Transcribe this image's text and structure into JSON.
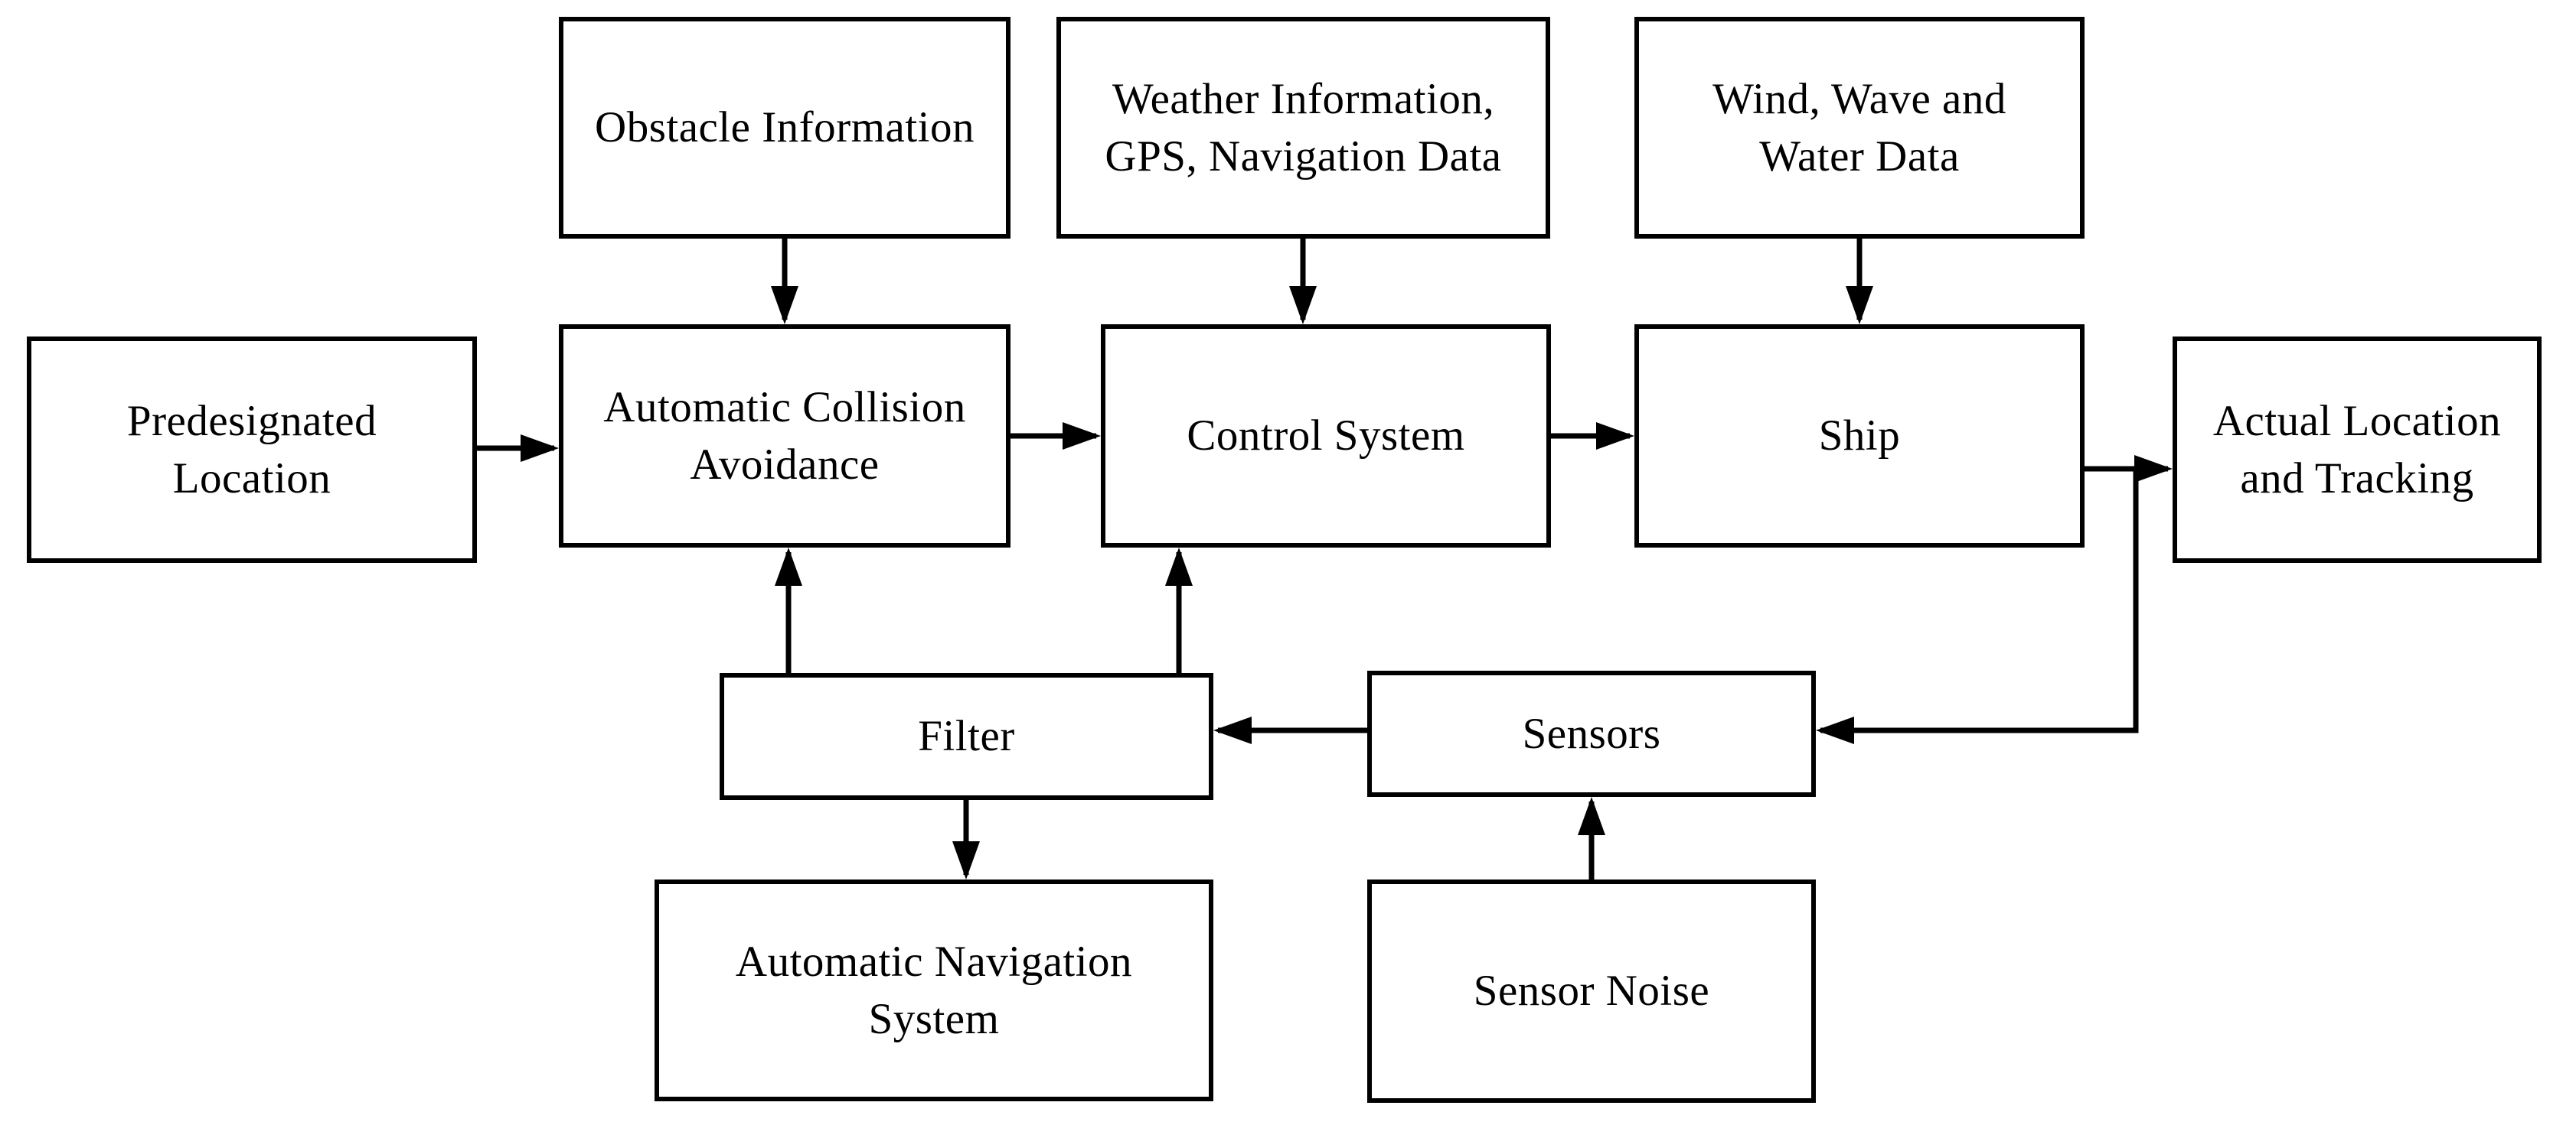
{
  "diagram": {
    "title": "Ship automatic navigation control block diagram",
    "colors": {
      "background": "#ffffff",
      "line": "#000000",
      "box_fill": "#ffffff",
      "text": "#000000"
    },
    "nodes": {
      "obstacle_information": {
        "label": "Obstacle Information"
      },
      "weather_information": {
        "label": "Weather Information,\nGPS, Navigation Data"
      },
      "wind_wave_water": {
        "label": "Wind, Wave and\nWater Data"
      },
      "predesignated_location": {
        "label": "Predesignated\nLocation"
      },
      "automatic_collision_avoidance": {
        "label": "Automatic Collision\nAvoidance"
      },
      "control_system": {
        "label": "Control System"
      },
      "ship": {
        "label": "Ship"
      },
      "actual_location_tracking": {
        "label": "Actual Location\nand Tracking"
      },
      "filter": {
        "label": "Filter"
      },
      "sensors": {
        "label": "Sensors"
      },
      "automatic_navigation_system": {
        "label": "Automatic Navigation\nSystem"
      },
      "sensor_noise": {
        "label": "Sensor Noise"
      }
    },
    "edges": [
      {
        "from": "obstacle_information",
        "to": "automatic_collision_avoidance"
      },
      {
        "from": "weather_information",
        "to": "control_system"
      },
      {
        "from": "wind_wave_water",
        "to": "ship"
      },
      {
        "from": "predesignated_location",
        "to": "automatic_collision_avoidance"
      },
      {
        "from": "automatic_collision_avoidance",
        "to": "control_system"
      },
      {
        "from": "control_system",
        "to": "ship"
      },
      {
        "from": "ship",
        "to": "actual_location_tracking"
      },
      {
        "from": "ship",
        "to": "sensors"
      },
      {
        "from": "sensors",
        "to": "filter"
      },
      {
        "from": "sensor_noise",
        "to": "sensors"
      },
      {
        "from": "filter",
        "to": "automatic_collision_avoidance"
      },
      {
        "from": "filter",
        "to": "control_system"
      },
      {
        "from": "filter",
        "to": "automatic_navigation_system"
      }
    ]
  }
}
